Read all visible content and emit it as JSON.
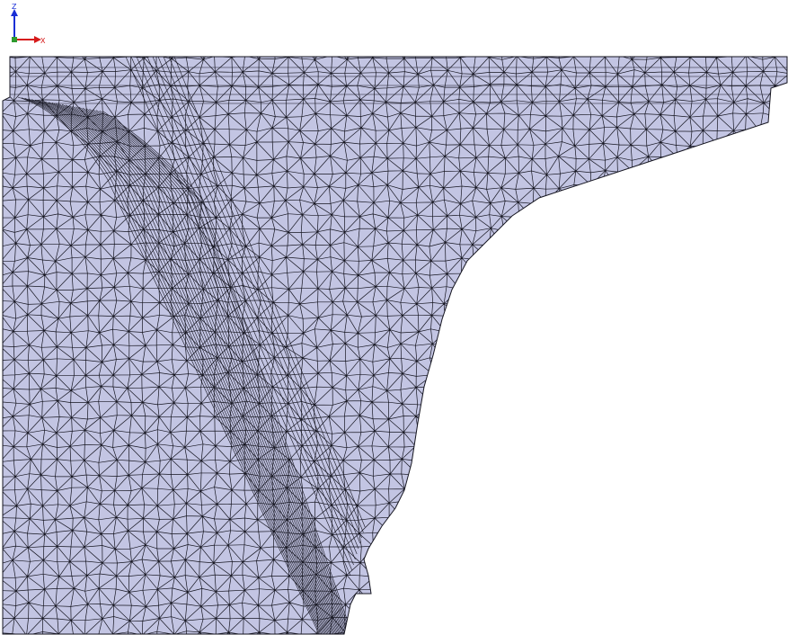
{
  "axis_triad": {
    "vertical_label": "Z",
    "horizontal_label": "X",
    "vertical_color": "#1a2fd6",
    "horizontal_color": "#d61a1a",
    "origin_color": "#2e9a2e"
  },
  "mesh": {
    "fill_color": "#c3c5e3",
    "edge_color": "#151520",
    "element_type": "triangle"
  }
}
